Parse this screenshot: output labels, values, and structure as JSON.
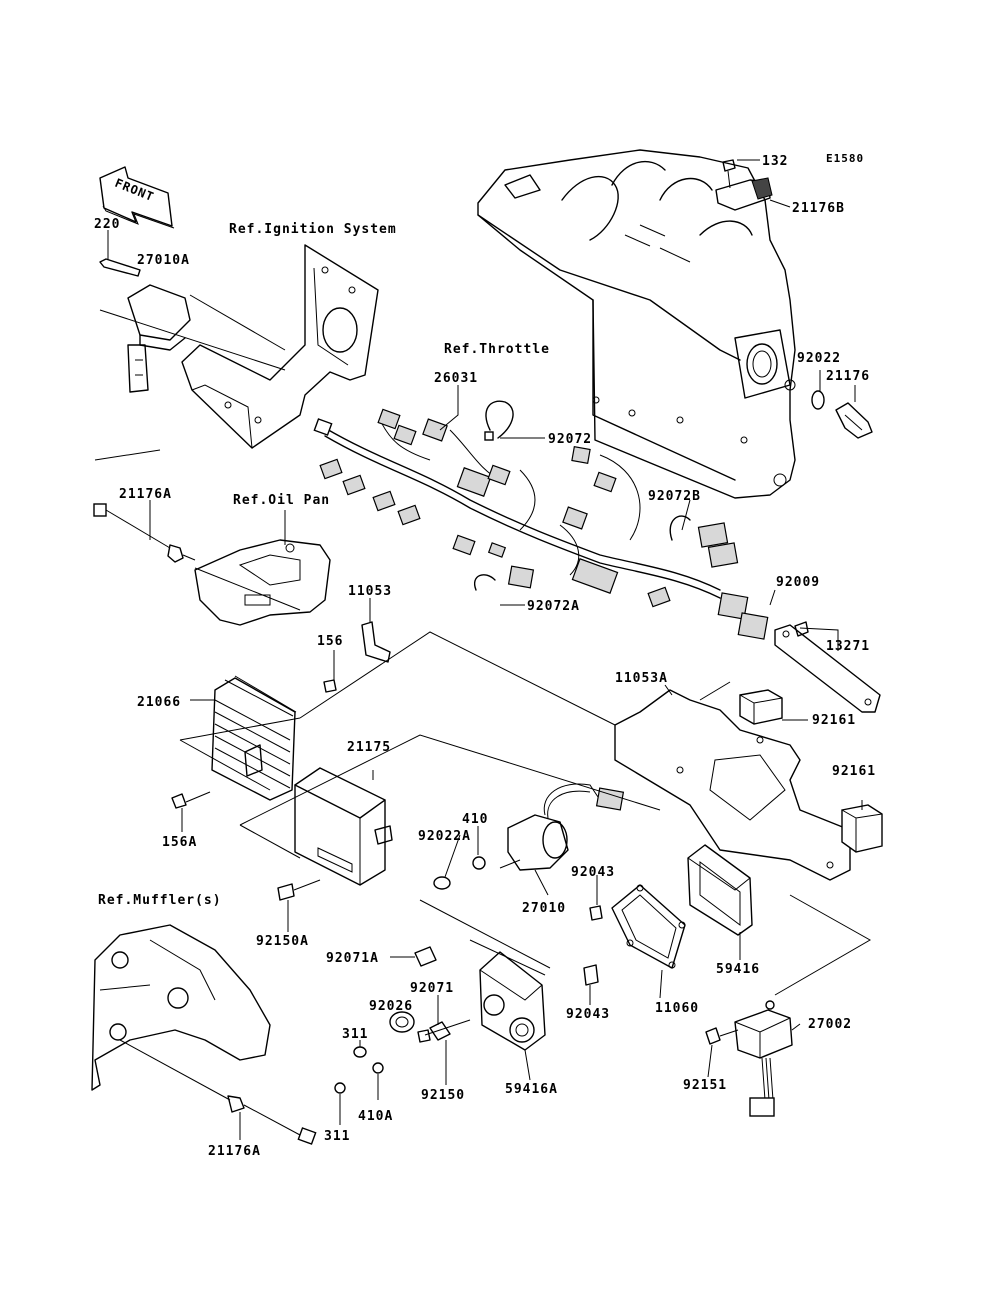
{
  "diagram_code": "E1580",
  "front_arrow": {
    "label": "FRONT"
  },
  "references": {
    "ignition": "Ref.Ignition System",
    "throttle": "Ref.Throttle",
    "oil_pan": "Ref.Oil Pan",
    "muffler": "Ref.Muffler(s)"
  },
  "parts": {
    "p132": "132",
    "p21176B": "21176B",
    "p220": "220",
    "p27010A": "27010A",
    "p92022": "92022",
    "p21176": "21176",
    "p26031": "26031",
    "p92072": "92072",
    "p92072B": "92072B",
    "p21176A_top": "21176A",
    "p92009": "92009",
    "p92072A": "92072A",
    "p11053": "11053",
    "p13271": "13271",
    "p156": "156",
    "p11053A": "11053A",
    "p21066": "21066",
    "p92161_a": "92161",
    "p21175": "21175",
    "p92161_b": "92161",
    "p410": "410",
    "p92022A": "92022A",
    "p156A": "156A",
    "p92043_a": "92043",
    "p27010": "27010",
    "p92150A": "92150A",
    "p92071A": "92071A",
    "p92071": "92071",
    "p59416": "59416",
    "p92043_b": "92043",
    "p11060": "11060",
    "p92026": "92026",
    "p311_a": "311",
    "p27002": "27002",
    "p92150": "92150",
    "p59416A": "59416A",
    "p410A": "410A",
    "p92151": "92151",
    "p311_b": "311",
    "p21176A_bottom": "21176A"
  }
}
